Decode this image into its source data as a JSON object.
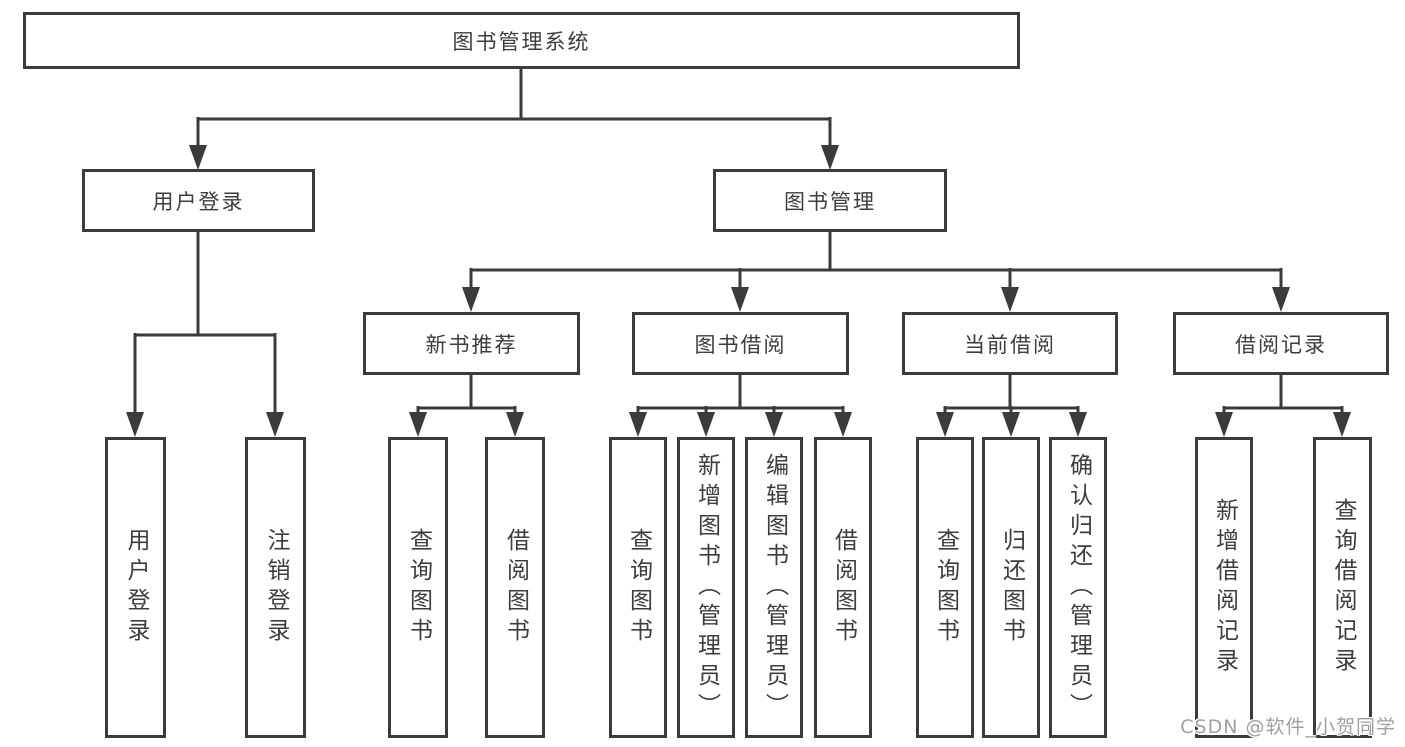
{
  "colors": {
    "background": "#ffffff",
    "line": "#3b3b3b",
    "border": "#3b3b3b",
    "text": "#3d3d3d",
    "watermark_text": "#a0a0a0"
  },
  "diagram": {
    "root": {
      "label": "图书管理系统"
    },
    "level2": {
      "user_login": {
        "label": "用户登录"
      },
      "book_management": {
        "label": "图书管理"
      }
    },
    "level3": {
      "new_books": {
        "label": "新书推荐"
      },
      "book_borrow": {
        "label": "图书借阅"
      },
      "current_borrow": {
        "label": "当前借阅"
      },
      "borrow_records": {
        "label": "借阅记录"
      }
    },
    "leaves": {
      "user_login_children": [
        "用户登录",
        "注销登录"
      ],
      "new_books_children": [
        "查询图书",
        "借阅图书"
      ],
      "book_borrow_children": [
        "查询图书",
        "新增图书（管理员）",
        "编辑图书（管理员）",
        "借阅图书"
      ],
      "current_borrow_children": [
        "查询图书",
        "归还图书",
        "确认归还（管理员）"
      ],
      "borrow_records_children": [
        "新增借阅记录",
        "查询借阅记录"
      ]
    }
  },
  "watermark": {
    "text": "CSDN @软件_小贺同学"
  }
}
